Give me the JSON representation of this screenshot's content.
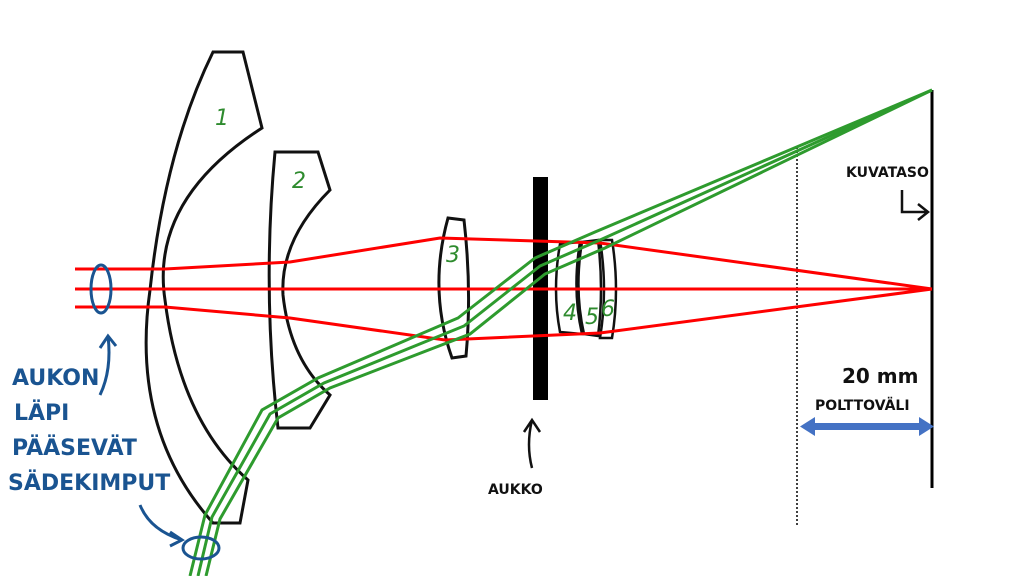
{
  "lens_numbers": [
    "1",
    "2",
    "3",
    "4",
    "5",
    "6"
  ],
  "annotation_left": [
    "AUKON",
    "LÄPI",
    "PÄÄSEVÄT",
    "SÄDEKIMPUT"
  ],
  "aperture_label": "AUKKO",
  "image_plane_label": "KUVATASO",
  "focal_length_value": "20 mm",
  "focal_length_label": "POLTTOVÄLI",
  "colors": {
    "red_rays": "#ff0000",
    "green_rays": "#2e9b2e",
    "annotation": "#1a5491",
    "arrow": "#4472c4"
  }
}
